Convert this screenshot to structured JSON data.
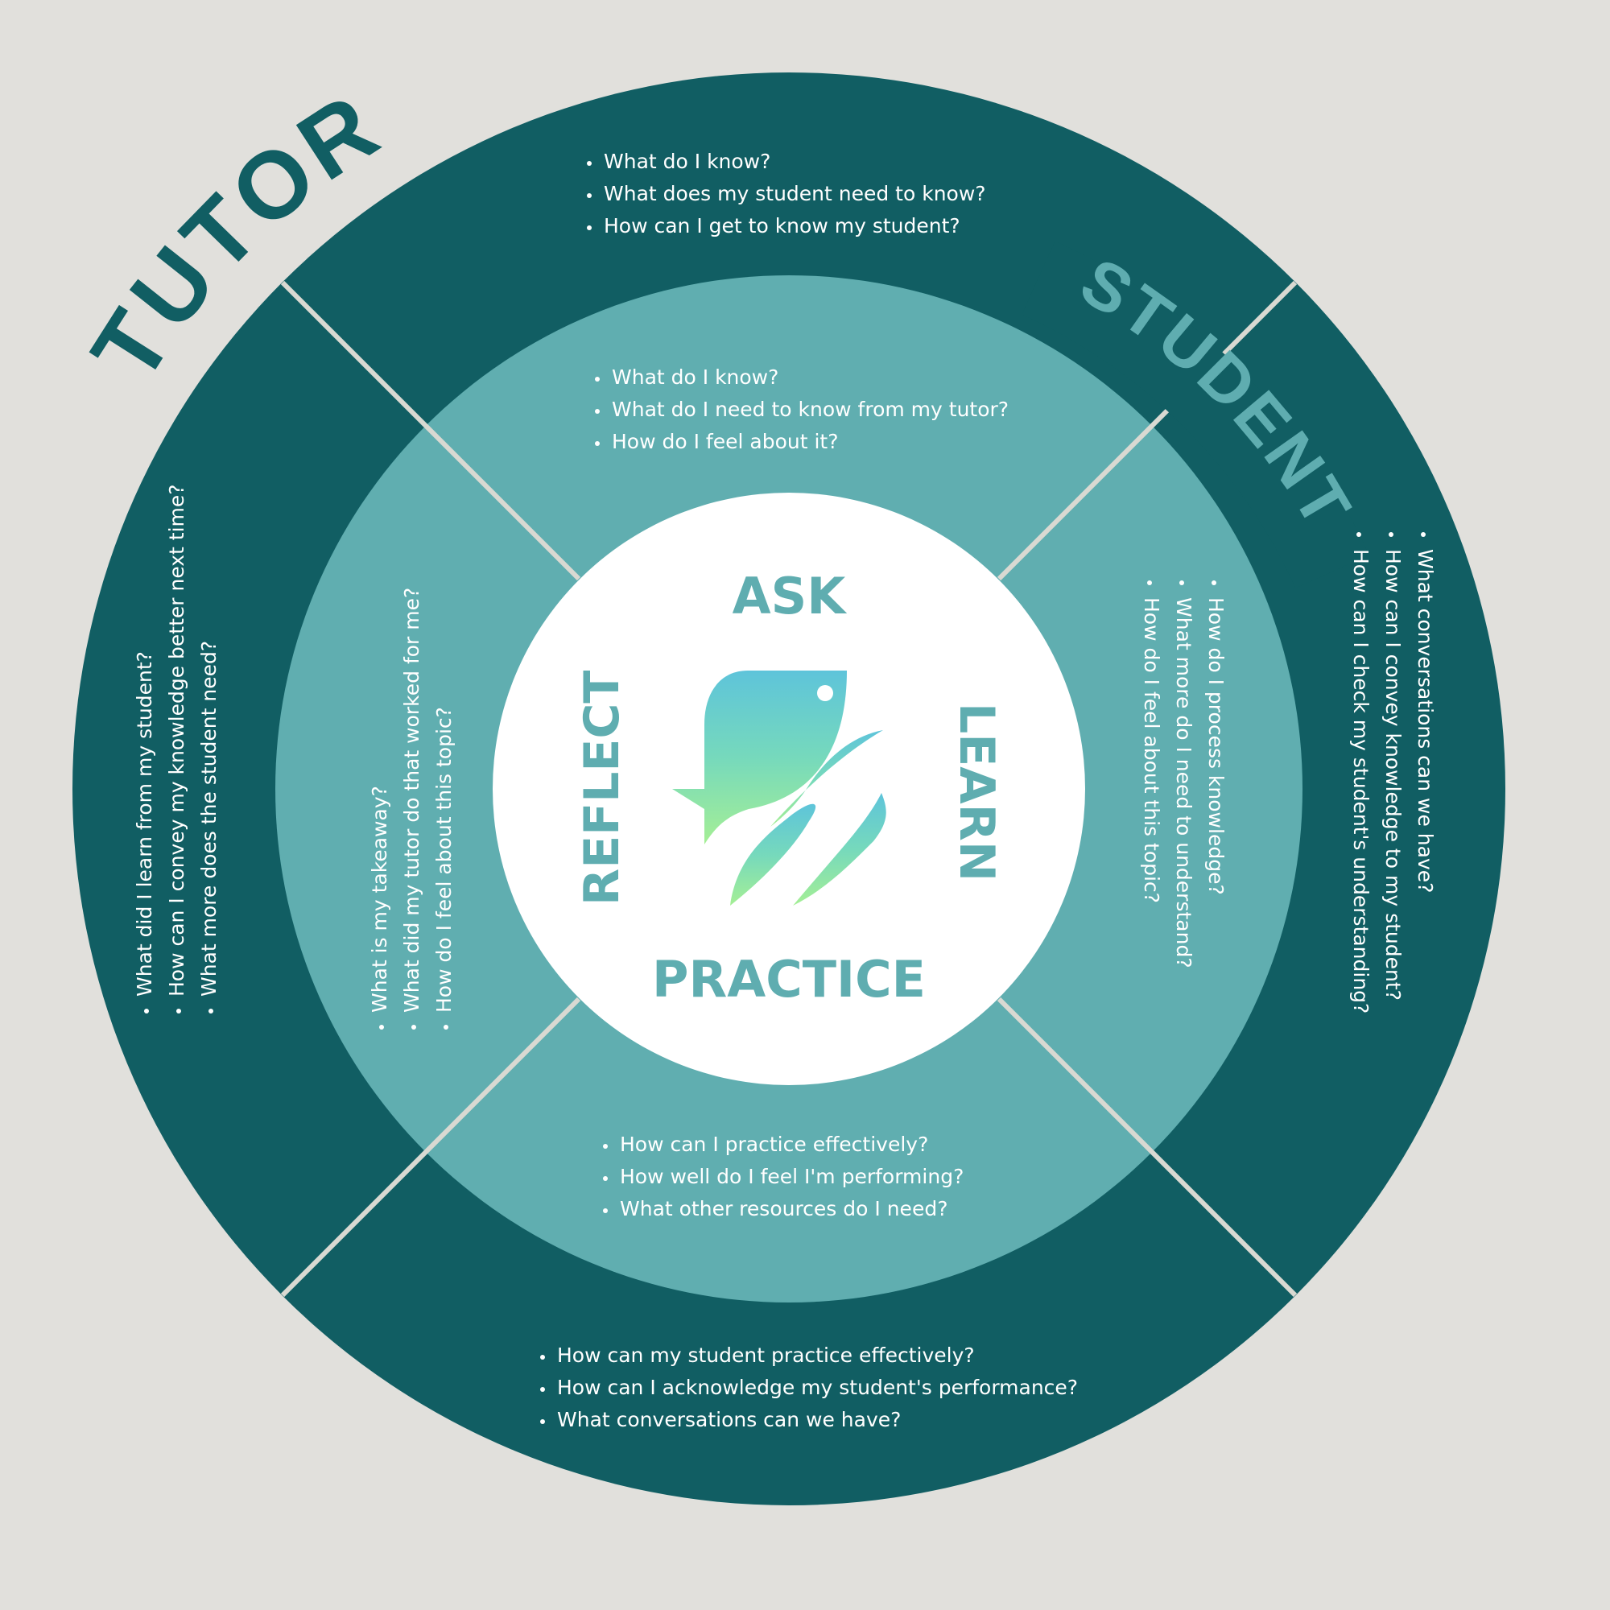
{
  "colors": {
    "background": "#e1e0dc",
    "outer_ring": "#115e63",
    "inner_ring": "#60aeb0",
    "center": "#ffffff",
    "accent_text": "#5fadb0",
    "divider": "#d9d9d2"
  },
  "labels": {
    "tutor": "TUTOR",
    "student": "STUDENT"
  },
  "center": {
    "ask": "ASK",
    "learn": "LEARN",
    "practice": "PRACTICE",
    "reflect": "REFLECT",
    "logo_icon": "fish-logo-icon"
  },
  "outer": {
    "top": [
      "What do I know?",
      "What does my student need to know?",
      "How can I get to know my student?"
    ],
    "right": [
      "What conversations can we have?",
      "How can I convey knowledge to my student?",
      "How can I check my student's understanding?"
    ],
    "bottom": [
      "How can my student practice effectively?",
      "How can I acknowledge my student's performance?",
      "What conversations can we have?"
    ],
    "left": [
      "What did I learn from my student?",
      "How can I convey my knowledge better next time?",
      "What more does the student need?"
    ]
  },
  "inner": {
    "top": [
      "What do I know?",
      "What do I need to know from my tutor?",
      "How do I feel about it?"
    ],
    "right": [
      "How do I process knowledge?",
      "What more do I need to understand?",
      "How do I feel about this topic?"
    ],
    "bottom": [
      "How can I practice effectively?",
      "How well do I feel I'm performing?",
      "What other resources do I need?"
    ],
    "left": [
      "What is my takeaway?",
      "What did my tutor do that worked for me?",
      "How do I feel about this topic?"
    ]
  }
}
